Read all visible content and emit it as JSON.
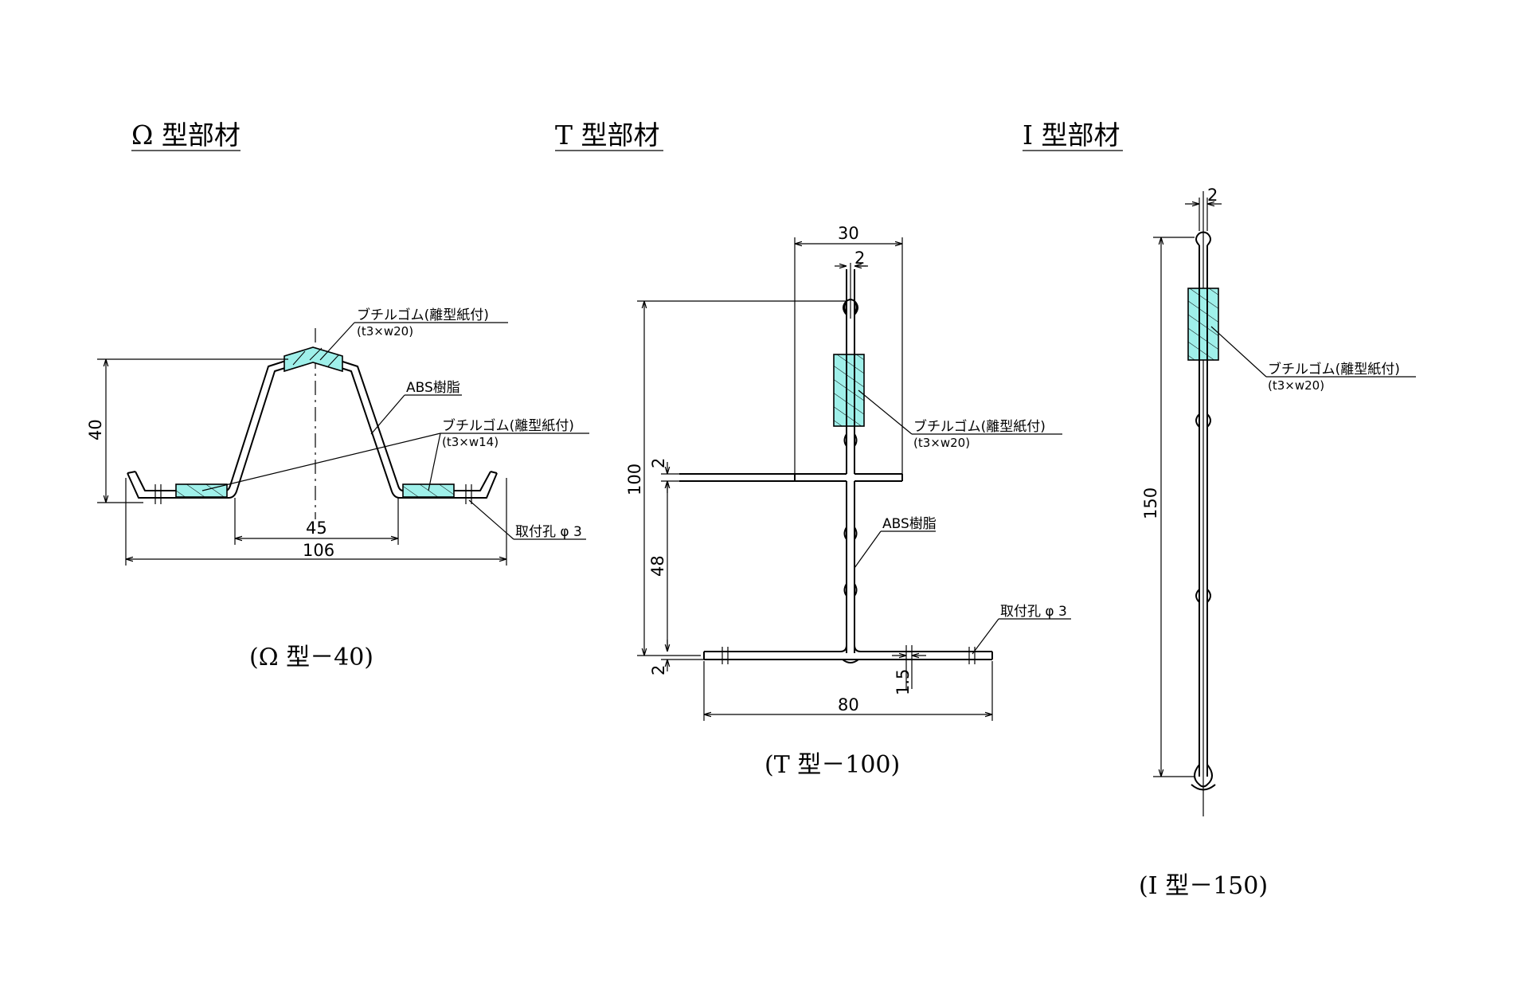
{
  "omega": {
    "title": "Ω 型部材",
    "caption": "(Ω 型－40)",
    "dims": {
      "height": "40",
      "inner": "45",
      "width": "106"
    },
    "butyl_top": {
      "label": "ブチルゴム(離型紙付)",
      "spec": "(t3×w20)"
    },
    "abs_label": "ABS樹脂",
    "butyl_side": {
      "label": "ブチルゴム(離型紙付)",
      "spec": "(t3×w14)"
    },
    "hole_label": "取付孔 φ 3"
  },
  "tee": {
    "title": "T 型部材",
    "caption": "(T 型－100)",
    "dims": {
      "top": "30",
      "thick_top": "2",
      "height": "100",
      "flange_thick": "2",
      "lower": "48",
      "bottom_thick": "2",
      "offset": "1.5",
      "width": "80"
    },
    "butyl": {
      "label": "ブチルゴム(離型紙付)",
      "spec": "(t3×w20)"
    },
    "abs_label": "ABS樹脂",
    "hole_label": "取付孔 φ 3"
  },
  "ibeam": {
    "title": "I 型部材",
    "caption": "(I 型－150)",
    "dims": {
      "thick": "2",
      "height": "150"
    },
    "butyl": {
      "label": "ブチルゴム(離型紙付)",
      "spec": "(t3×w20)"
    }
  },
  "colors": {
    "rubber_fill": "#9ff0ea",
    "line": "#000000"
  }
}
